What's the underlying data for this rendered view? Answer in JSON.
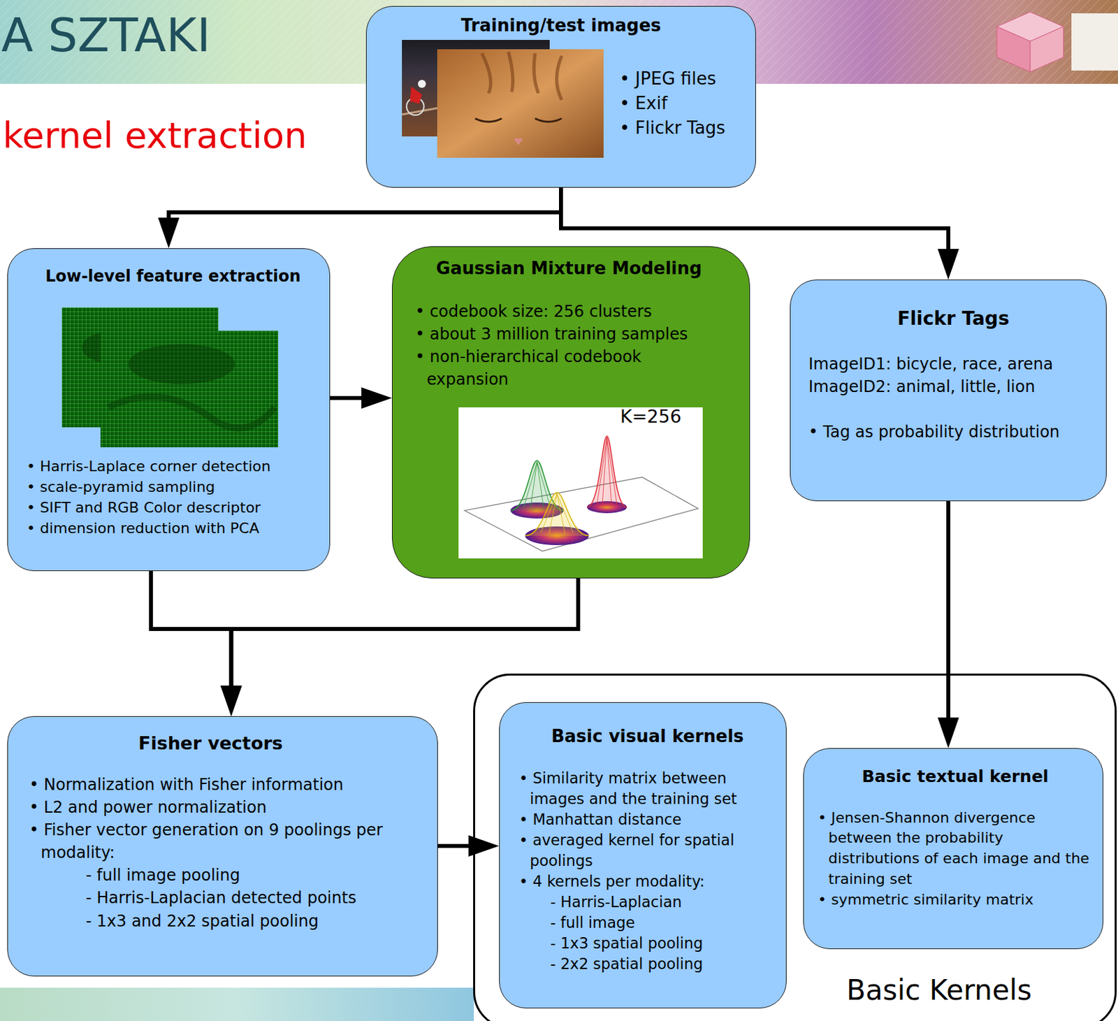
{
  "diagram": {
    "title": "kernel extraction",
    "nodes": [
      {
        "text": [
          "Training/test images",
          "• JPEG files",
          "• Exif",
          "• Flickr Tags"
        ]
      },
      {
        "text": [
          "Low-level feature extraction",
          "• Harris-Laplace corner detection",
          "• scale-pyramid sampling",
          "• SIFT and RGB Color descriptor",
          "• dimension reduction with PCA"
        ]
      },
      {
        "text": [
          "Gaussian Mixture Modeling",
          "• codebook size: 256 clusters",
          "• about 3 million training samples",
          "• non-hierarchical codebook expansion"
        ]
      },
      {
        "text": [
          "Flickr Tags",
          "ImageID1: bicycle, race, arena",
          "ImageID2: animal, little, lion",
          "• Tag as probability distribution"
        ]
      },
      {
        "text": [
          "Fisher vectors",
          "• Normalization with Fisher information",
          "• L2 and power normalization",
          "• Fisher vector generation on 9 poolings per modality:",
          "- full image pooling",
          "- Harris-Laplacian detected points",
          "- 1x3 and 2x2 spatial pooling"
        ]
      },
      {
        "text": [
          "Basic Kernels"
        ]
      },
      {
        "text": [
          "Basic visual kernels",
          "• Similarity matrix between images and the training set",
          "• Manhattan distance",
          "• averaged kernel for spatial poolings",
          "• 4 kernels per modality:",
          "- Harris-Laplacian",
          "- full image",
          "- 1x3 spatial pooling",
          "- 2x2 spatial pooling"
        ],
        "in": 5
      },
      {
        "text": [
          "Basic textual kernel",
          "• Jensen-Shannon divergence between the probability distributions of each image and the training set",
          "• symmetric similarity matrix"
        ],
        "in": 5
      }
    ],
    "edges": [
      {
        "from": 0,
        "to": 1,
        "arrow": "to"
      },
      {
        "from": 0,
        "to": 3,
        "arrow": "to"
      },
      {
        "from": 1,
        "to": 2,
        "arrow": "to"
      },
      {
        "from": 1,
        "to": 4,
        "arrow": "to"
      },
      {
        "from": 2,
        "to": 4,
        "arrow": "to"
      },
      {
        "from": 4,
        "to": 6,
        "arrow": "to"
      },
      {
        "from": 3,
        "to": 7,
        "arrow": "to"
      }
    ],
    "labels": [
      "A SZTAKI",
      "K=256"
    ]
  }
}
